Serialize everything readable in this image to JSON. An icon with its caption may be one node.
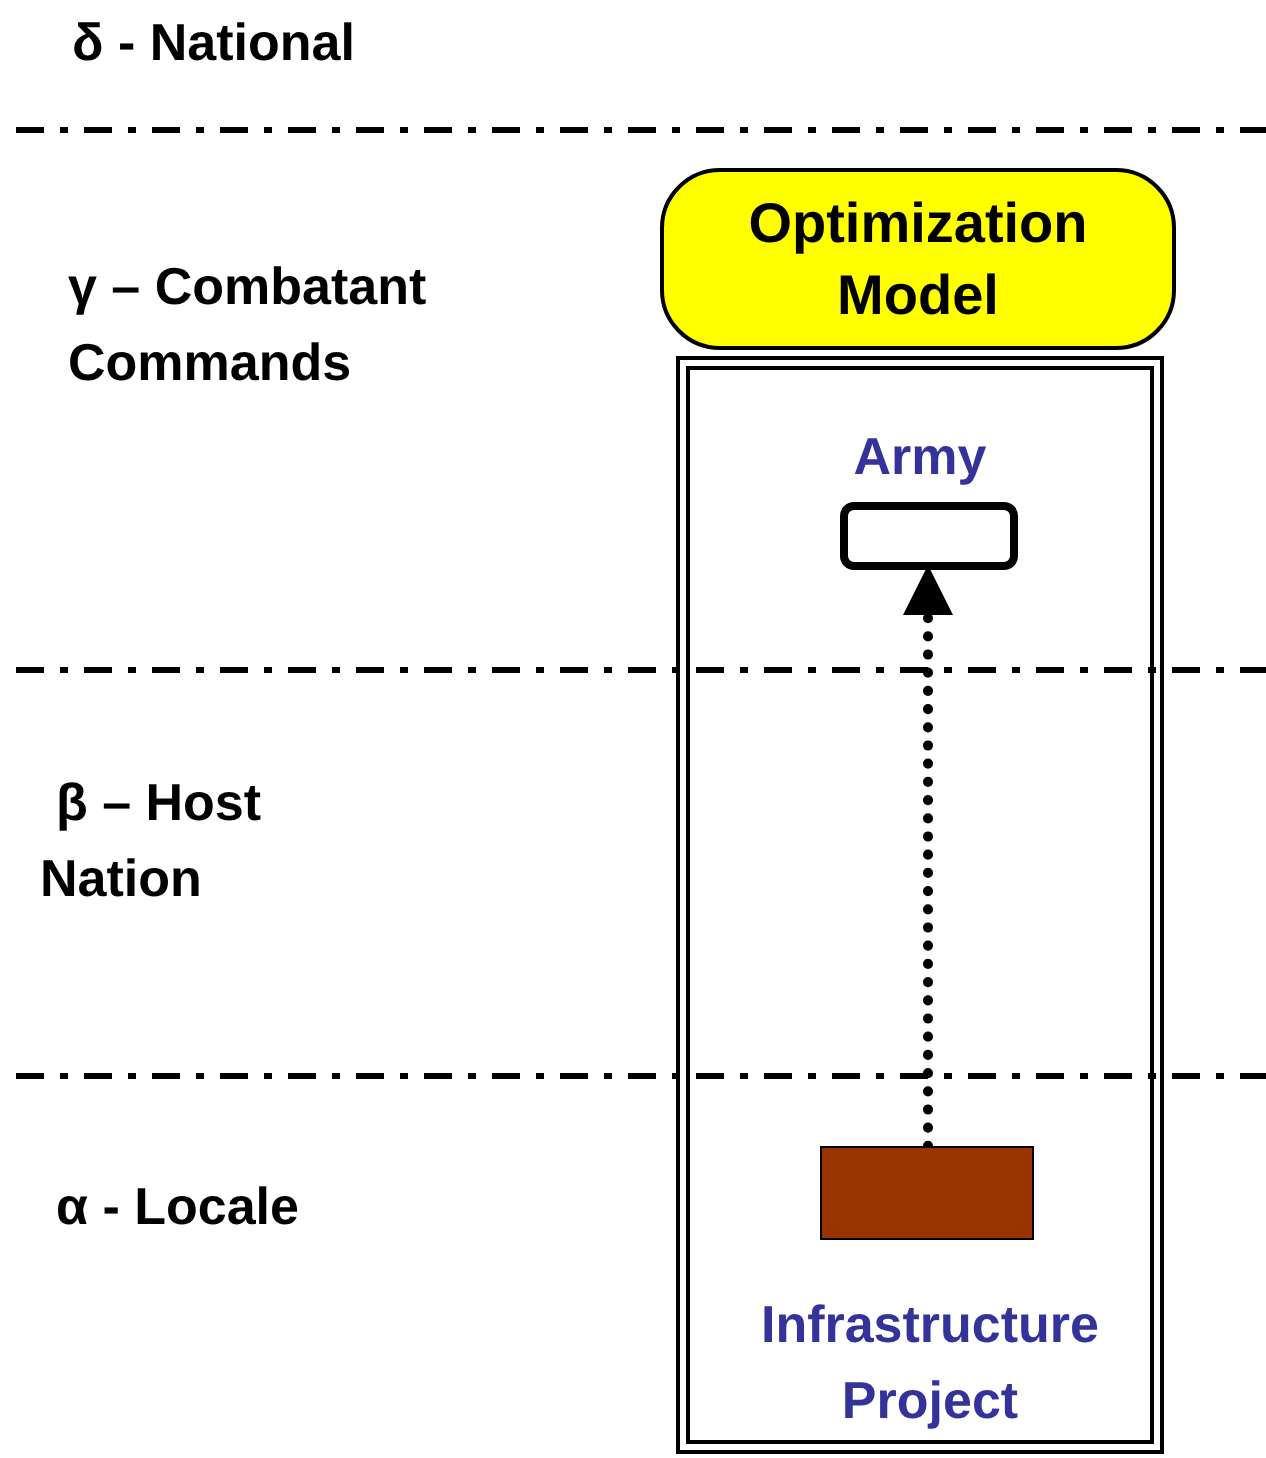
{
  "diagram": {
    "nodes": [
      {
        "text": [
          "Optimization Model"
        ]
      },
      {
        "text": [],
        "shape": "box"
      },
      {
        "text": [
          "Army"
        ],
        "in": 1
      },
      {
        "text": [
          "Infrastructure Project"
        ],
        "in": 1
      }
    ],
    "edges": [
      {
        "from": 3,
        "to": 2,
        "arrow": "to",
        "style": "dashed"
      }
    ],
    "labels": [
      "δ - National",
      "γ – Combatant Commands",
      "β – Host Nation",
      "α - Locale"
    ]
  }
}
